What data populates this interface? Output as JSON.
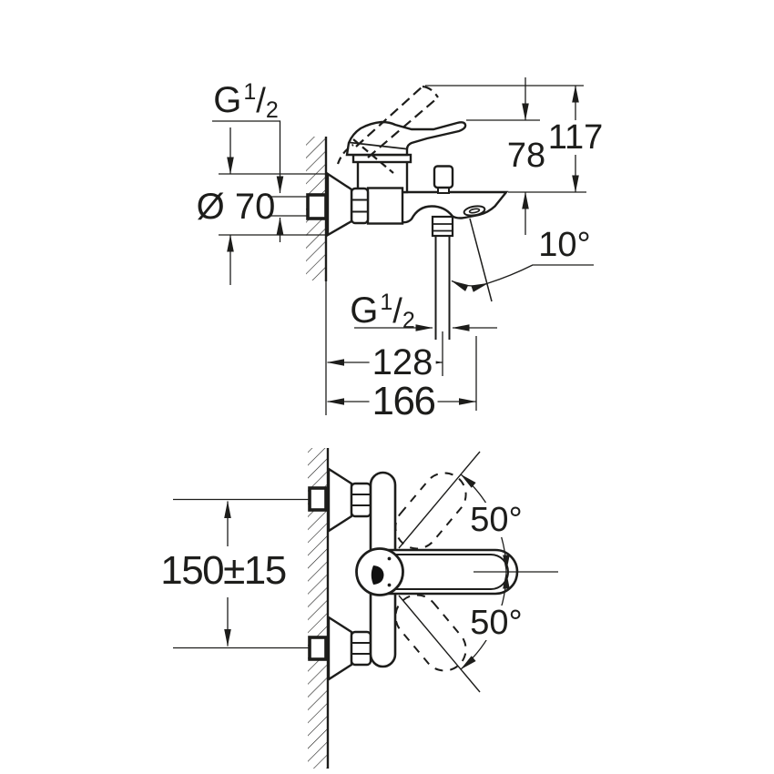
{
  "drawing": {
    "ink_color": "#1d1d1b",
    "background_color": "#ffffff",
    "top_view": {
      "wall_thread_label": {
        "prefix": "G",
        "sup": "1",
        "slash": "/",
        "sub": "2"
      },
      "escutcheon_diameter": "Ø 70",
      "height_deck_to_lever": "78",
      "height_deck_to_lever_raised": "117",
      "spray_angle": "10°",
      "shower_thread_label": {
        "prefix": "G",
        "sup": "1",
        "slash": "/",
        "sub": "2"
      },
      "depth_wall_to_shower_outlet": "128",
      "depth_wall_to_spout_outlet": "166"
    },
    "front_view": {
      "connection_centre_distance": "150±15",
      "lever_swing_upper": "50°",
      "lever_swing_lower": "50°"
    }
  }
}
